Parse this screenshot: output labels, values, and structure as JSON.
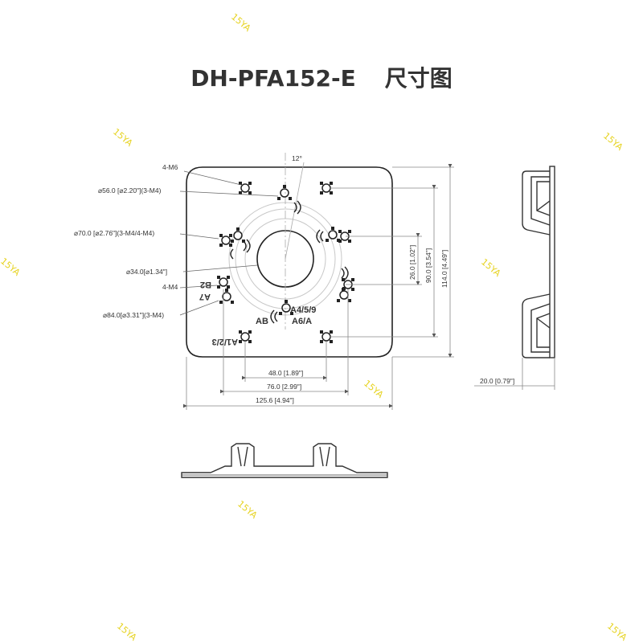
{
  "title": {
    "model": "DH-PFA152-E",
    "subtitle": "尺寸图"
  },
  "labels": {
    "m6": "4-M6",
    "d56": "⌀56.0 [⌀2.20\"](3-M4)",
    "d70": "⌀70.0 [⌀2.76\"](3-M4/4-M4)",
    "d34": "⌀34.0[⌀1.34\"]",
    "m4": "4-M4",
    "d84": "⌀84.0[⌀3.31\"](3-M4)",
    "angle": "12°"
  },
  "dimensions": {
    "w48": "48.0 [1.89\"]",
    "w76": "76.0 [2.99\"]",
    "w125": "125.6 [4.94\"]",
    "h26": "26.0 [1.02\"]",
    "h90": "90.0 [3.54\"]",
    "h114": "114.0 [4.49\"]",
    "depth20": "20.0 [0.79\"]"
  },
  "hole_marks": {
    "b2": "B2",
    "a7": "A7",
    "a459": "A4/5/9",
    "ab": "AB",
    "a6a": "A6/A",
    "a123": "A1/2/3"
  },
  "watermark": "15YA"
}
